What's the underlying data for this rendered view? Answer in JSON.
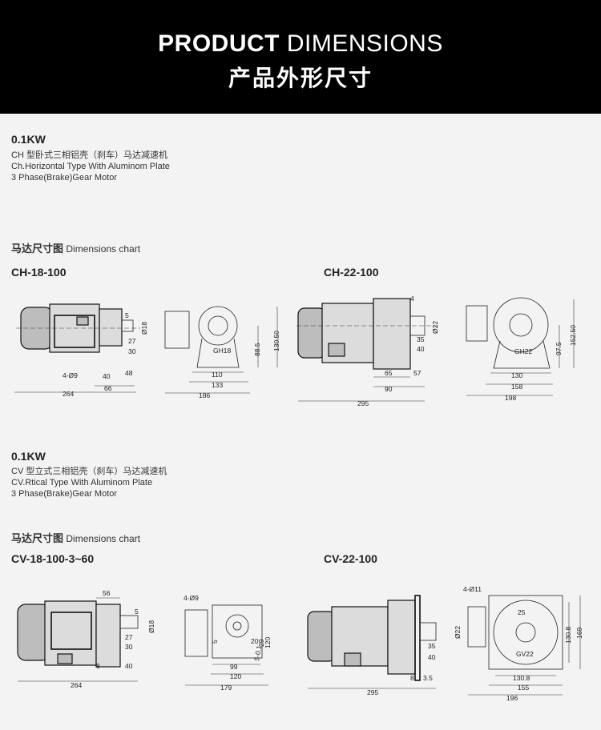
{
  "header": {
    "title_bold": "PRODUCT",
    "title_light": "DIMENSIONS",
    "title_cn": "产品外形尺寸"
  },
  "section1": {
    "power": "0.1KW",
    "desc_cn": "CH 型卧式三相铝壳（刹车）马达减速机",
    "desc_en1": "Ch.Horizontal Type With Aluminom Plate",
    "desc_en2": "3 Phase(Brake)Gear Motor",
    "chart_label_cn": "马达尺寸图",
    "chart_label_en": "Dimensions chart",
    "model_left": "CH-18-100",
    "model_right": "CH-22-100",
    "ch18_side": {
      "hole": "4-Ø9",
      "d_shaft": "Ø18",
      "d27": "27",
      "d30": "30",
      "d40": "40",
      "d48": "48",
      "d66": "66",
      "total": "264",
      "d5": "5"
    },
    "ch18_front": {
      "gh": "GH18",
      "w110": "110",
      "w133": "133",
      "w186": "186",
      "h88": "88.5",
      "h130": "130.50"
    },
    "ch22_side": {
      "d4": "4",
      "d_shaft": "Ø22",
      "d35": "35",
      "d40": "40",
      "d65": "65",
      "d57": "57",
      "d90": "90",
      "total": "295"
    },
    "ch22_front": {
      "gh": "GH22",
      "w130": "130",
      "w158": "158",
      "w198": "198",
      "h97": "97.5",
      "h152": "152.50"
    }
  },
  "section2": {
    "power": "0.1KW",
    "desc_cn": "CV 型立式三相铝壳（刹车）马达减速机",
    "desc_en1": "CV.Rtical Type With Aluminom Plate",
    "desc_en2": "3 Phase(Brake)Gear Motor",
    "chart_label_cn": "马达尺寸图",
    "chart_label_en": "Dimensions chart",
    "model_left": "CV-18-100-3~60",
    "model_right": "CV-22-100",
    "cv18_side": {
      "d56": "56",
      "d5": "5",
      "d_shaft": "Ø18",
      "d27": "27",
      "d30": "30",
      "d8": "8",
      "d40": "40",
      "total": "264"
    },
    "cv18_front": {
      "hole": "4-Ø9",
      "d5": "5",
      "d20": "20",
      "d29": "29",
      "d120v": "120",
      "d99": "99",
      "d120": "120",
      "d179": "179",
      "key": "5-0.1"
    },
    "cv22_side": {
      "d_shaft": "Ø22",
      "d35": "35",
      "d40": "40",
      "d8": "8",
      "d35b": "3.5",
      "total": "295"
    },
    "cv22_front": {
      "hole": "4-Ø11",
      "d25": "25",
      "gv": "GV22",
      "d130": "130.8",
      "d155": "155",
      "d196": "196",
      "v130": "130.8",
      "v169": "169"
    }
  }
}
